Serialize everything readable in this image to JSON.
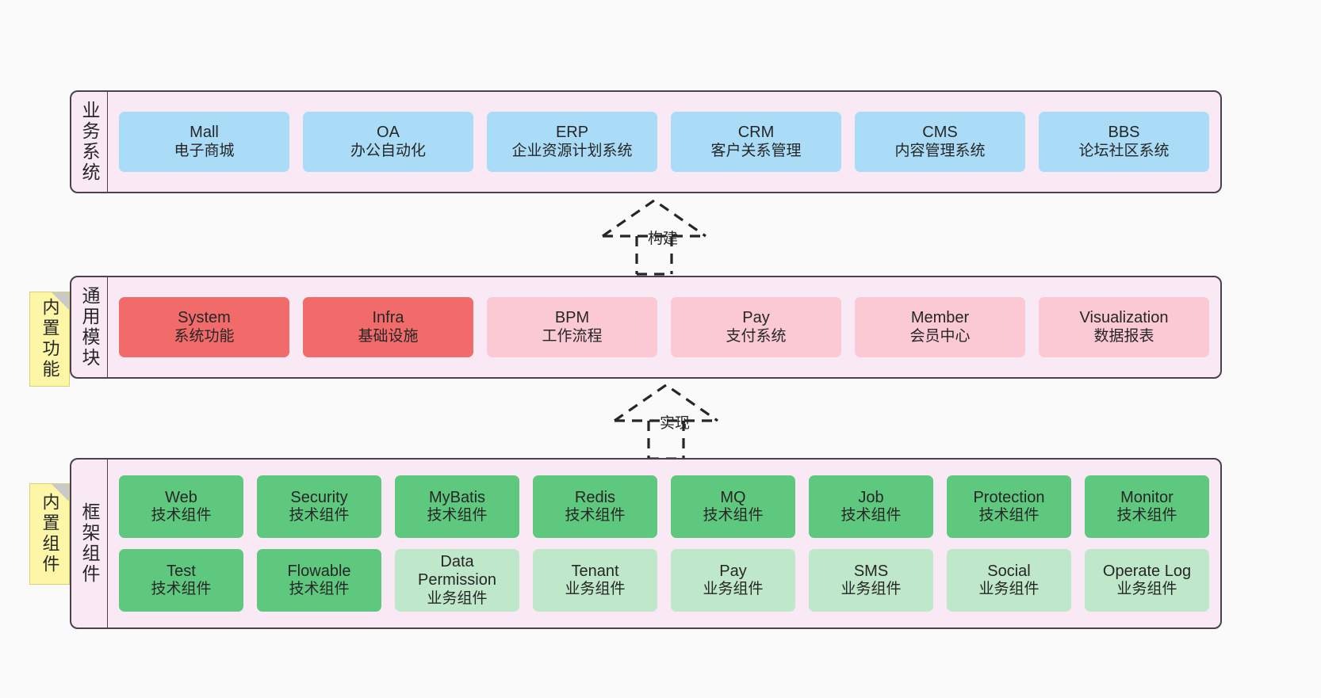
{
  "diagram": {
    "title": "",
    "background_color": "#fafafa",
    "band_fill": "#f9e9f4",
    "band_border": "#4a414c",
    "note_fill": "#fcf6a6",
    "colors": {
      "business": "#aadcf8",
      "module_core": "#f16b6b",
      "module_plain": "#fbc9d3",
      "tech_component": "#5fc87f",
      "biz_component": "#bfe7c9"
    }
  },
  "notes": [
    {
      "id": "builtin-function",
      "label": "内置功能"
    },
    {
      "id": "builtin-component",
      "label": "内置组件"
    }
  ],
  "connectors": [
    {
      "id": "build",
      "label": "构建",
      "style": "dashed-generalization",
      "direction": "up"
    },
    {
      "id": "implement",
      "label": "实现",
      "style": "dashed-generalization",
      "direction": "up"
    }
  ],
  "bands": [
    {
      "id": "business-system",
      "label": "业务系统",
      "rows": [
        {
          "cards": [
            {
              "name": "Mall",
              "desc": "电子商城",
              "color": "blue"
            },
            {
              "name": "OA",
              "desc": "办公自动化",
              "color": "blue"
            },
            {
              "name": "ERP",
              "desc": "企业资源计划系统",
              "color": "blue"
            },
            {
              "name": "CRM",
              "desc": "客户关系管理",
              "color": "blue"
            },
            {
              "name": "CMS",
              "desc": "内容管理系统",
              "color": "blue"
            },
            {
              "name": "BBS",
              "desc": "论坛社区系统",
              "color": "blue"
            }
          ]
        }
      ]
    },
    {
      "id": "common-module",
      "label": "通用模块",
      "rows": [
        {
          "cards": [
            {
              "name": "System",
              "desc": "系统功能",
              "color": "red"
            },
            {
              "name": "Infra",
              "desc": "基础设施",
              "color": "red"
            },
            {
              "name": "BPM",
              "desc": "工作流程",
              "color": "pink"
            },
            {
              "name": "Pay",
              "desc": "支付系统",
              "color": "pink"
            },
            {
              "name": "Member",
              "desc": "会员中心",
              "color": "pink"
            },
            {
              "name": "Visualization",
              "desc": "数据报表",
              "color": "pink"
            }
          ]
        }
      ]
    },
    {
      "id": "framework-component",
      "label": "框架组件",
      "rows": [
        {
          "cards": [
            {
              "name": "Web",
              "desc": "技术组件",
              "color": "green"
            },
            {
              "name": "Security",
              "desc": "技术组件",
              "color": "green"
            },
            {
              "name": "MyBatis",
              "desc": "技术组件",
              "color": "green"
            },
            {
              "name": "Redis",
              "desc": "技术组件",
              "color": "green"
            },
            {
              "name": "MQ",
              "desc": "技术组件",
              "color": "green"
            },
            {
              "name": "Job",
              "desc": "技术组件",
              "color": "green"
            },
            {
              "name": "Protection",
              "desc": "技术组件",
              "color": "green"
            },
            {
              "name": "Monitor",
              "desc": "技术组件",
              "color": "green"
            }
          ]
        },
        {
          "cards": [
            {
              "name": "Test",
              "desc": "技术组件",
              "color": "green"
            },
            {
              "name": "Flowable",
              "desc": "技术组件",
              "color": "green"
            },
            {
              "name": "Data Permission",
              "desc": "业务组件",
              "color": "lightgreen"
            },
            {
              "name": "Tenant",
              "desc": "业务组件",
              "color": "lightgreen"
            },
            {
              "name": "Pay",
              "desc": "业务组件",
              "color": "lightgreen"
            },
            {
              "name": "SMS",
              "desc": "业务组件",
              "color": "lightgreen"
            },
            {
              "name": "Social",
              "desc": "业务组件",
              "color": "lightgreen"
            },
            {
              "name": "Operate Log",
              "desc": "业务组件",
              "color": "lightgreen"
            }
          ]
        }
      ]
    }
  ]
}
